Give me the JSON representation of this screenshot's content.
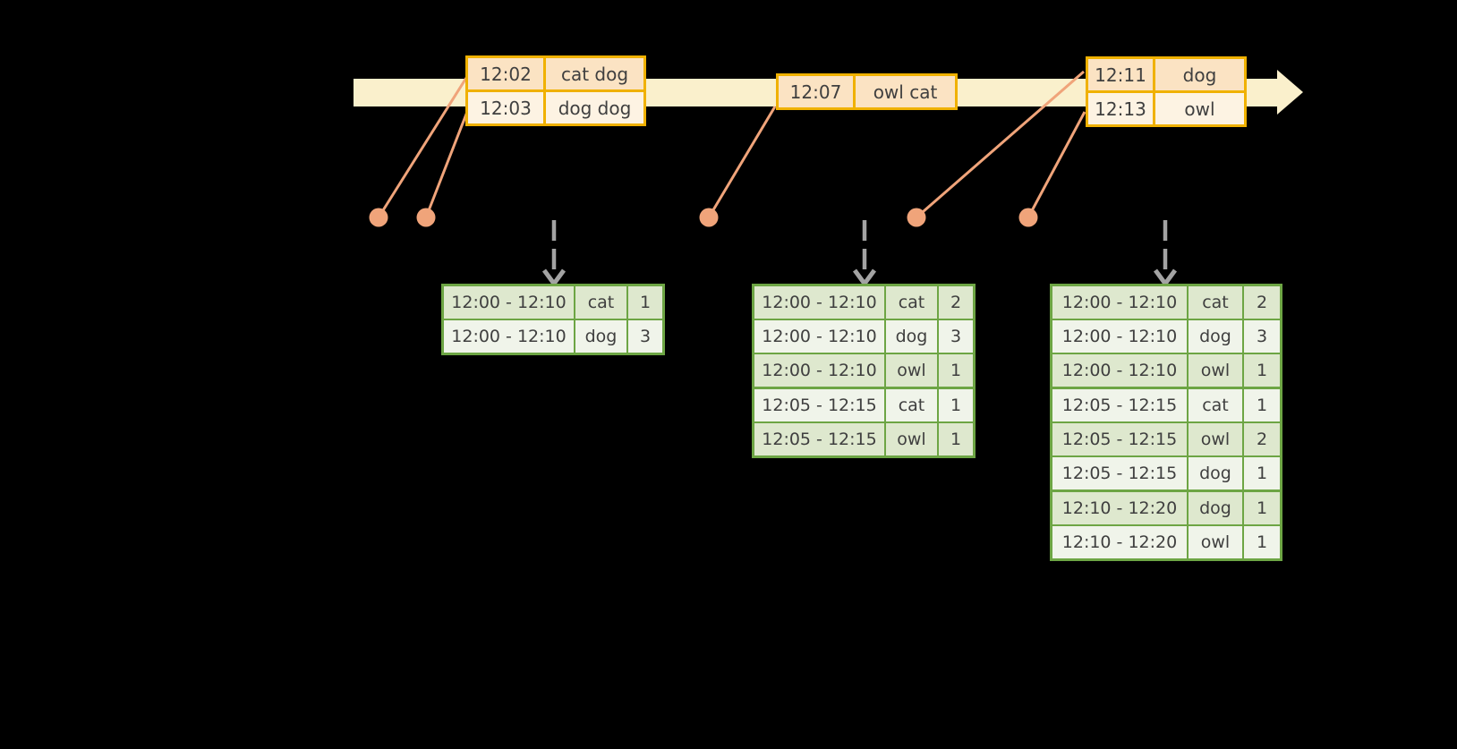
{
  "colors": {
    "background": "#000000",
    "timeline_fill": "#FAF0CC",
    "event_border": "#F0B100",
    "event_row_dark": "#FBE3C3",
    "event_row_light": "#FDF3E3",
    "result_border": "#6DA544",
    "result_row_dark": "#DEE8CE",
    "result_row_light": "#F0F4EA",
    "connector": "#F0A47A",
    "trigger_arrow": "#A3A3A3",
    "text": "#3F3F3F"
  },
  "icons": {
    "timeline_arrowhead": "right-arrow",
    "trigger_arrow": "dashed-down-arrow"
  },
  "event_tables": [
    {
      "rows": [
        {
          "time": "12:02",
          "words": "cat dog"
        },
        {
          "time": "12:03",
          "words": "dog dog"
        }
      ]
    },
    {
      "rows": [
        {
          "time": "12:07",
          "words": "owl cat"
        }
      ]
    },
    {
      "rows": [
        {
          "time": "12:11",
          "words": "dog"
        },
        {
          "time": "12:13",
          "words": "owl"
        }
      ]
    }
  ],
  "result_tables": [
    {
      "rows": [
        {
          "window": "12:00 - 12:10",
          "word": "cat",
          "count": "1"
        },
        {
          "window": "12:00 - 12:10",
          "word": "dog",
          "count": "3"
        }
      ]
    },
    {
      "rows": [
        {
          "window": "12:00 - 12:10",
          "word": "cat",
          "count": "2"
        },
        {
          "window": "12:00 - 12:10",
          "word": "dog",
          "count": "3"
        },
        {
          "window": "12:00 - 12:10",
          "word": "owl",
          "count": "1"
        },
        {
          "window": "12:05 - 12:15",
          "word": "cat",
          "count": "1",
          "group_start": true
        },
        {
          "window": "12:05 - 12:15",
          "word": "owl",
          "count": "1"
        }
      ]
    },
    {
      "rows": [
        {
          "window": "12:00 - 12:10",
          "word": "cat",
          "count": "2"
        },
        {
          "window": "12:00 - 12:10",
          "word": "dog",
          "count": "3"
        },
        {
          "window": "12:00 - 12:10",
          "word": "owl",
          "count": "1"
        },
        {
          "window": "12:05 - 12:15",
          "word": "cat",
          "count": "1",
          "group_start": true
        },
        {
          "window": "12:05 - 12:15",
          "word": "owl",
          "count": "2"
        },
        {
          "window": "12:05 - 12:15",
          "word": "dog",
          "count": "1"
        },
        {
          "window": "12:10 - 12:20",
          "word": "dog",
          "count": "1",
          "group_start": true
        },
        {
          "window": "12:10 - 12:20",
          "word": "owl",
          "count": "1"
        }
      ]
    }
  ]
}
